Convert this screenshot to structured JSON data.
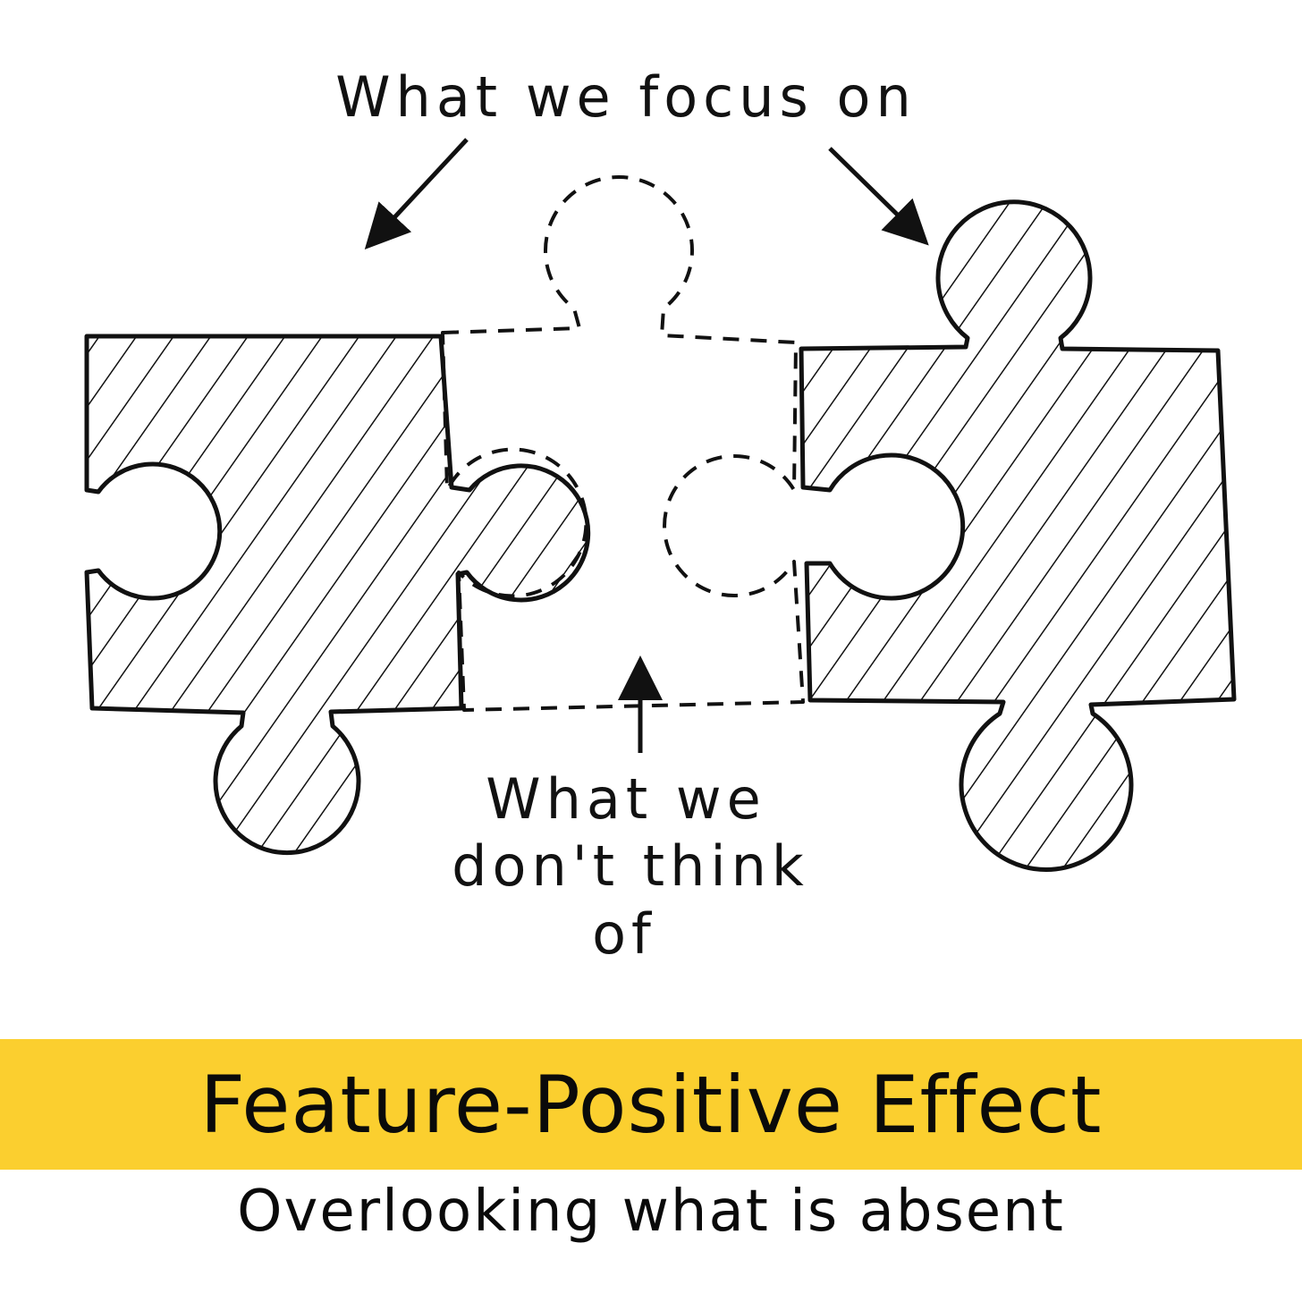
{
  "diagram": {
    "label_top": "What we focus on",
    "label_bottom_lines": [
      "What we",
      "don't think",
      "of"
    ]
  },
  "banner": {
    "title": "Feature-Positive Effect",
    "color": "#fbcf2f"
  },
  "subtitle": "Overlooking what is absent"
}
